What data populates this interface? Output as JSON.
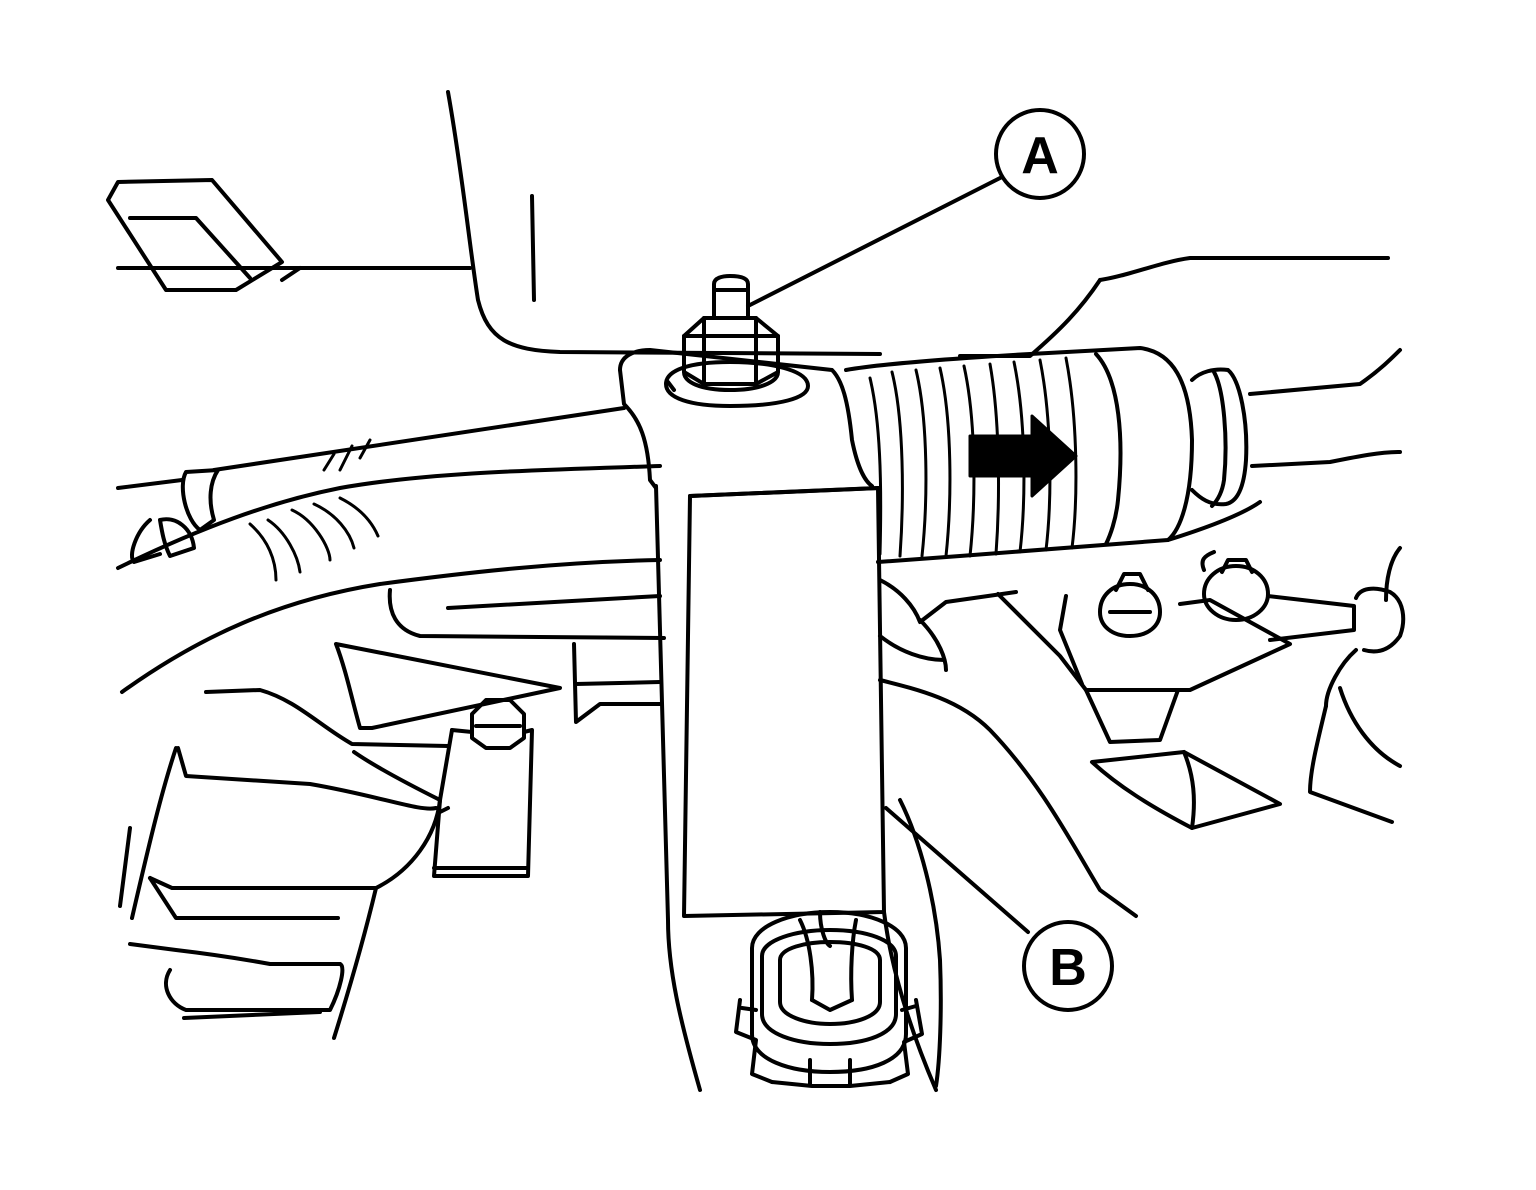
{
  "callouts": [
    {
      "label": "A",
      "target": "nut"
    },
    {
      "label": "B",
      "target": "tool-arm"
    }
  ],
  "icons": [
    "direction-arrow-icon"
  ],
  "colors": {
    "line": "#000000",
    "background": "#ffffff"
  }
}
